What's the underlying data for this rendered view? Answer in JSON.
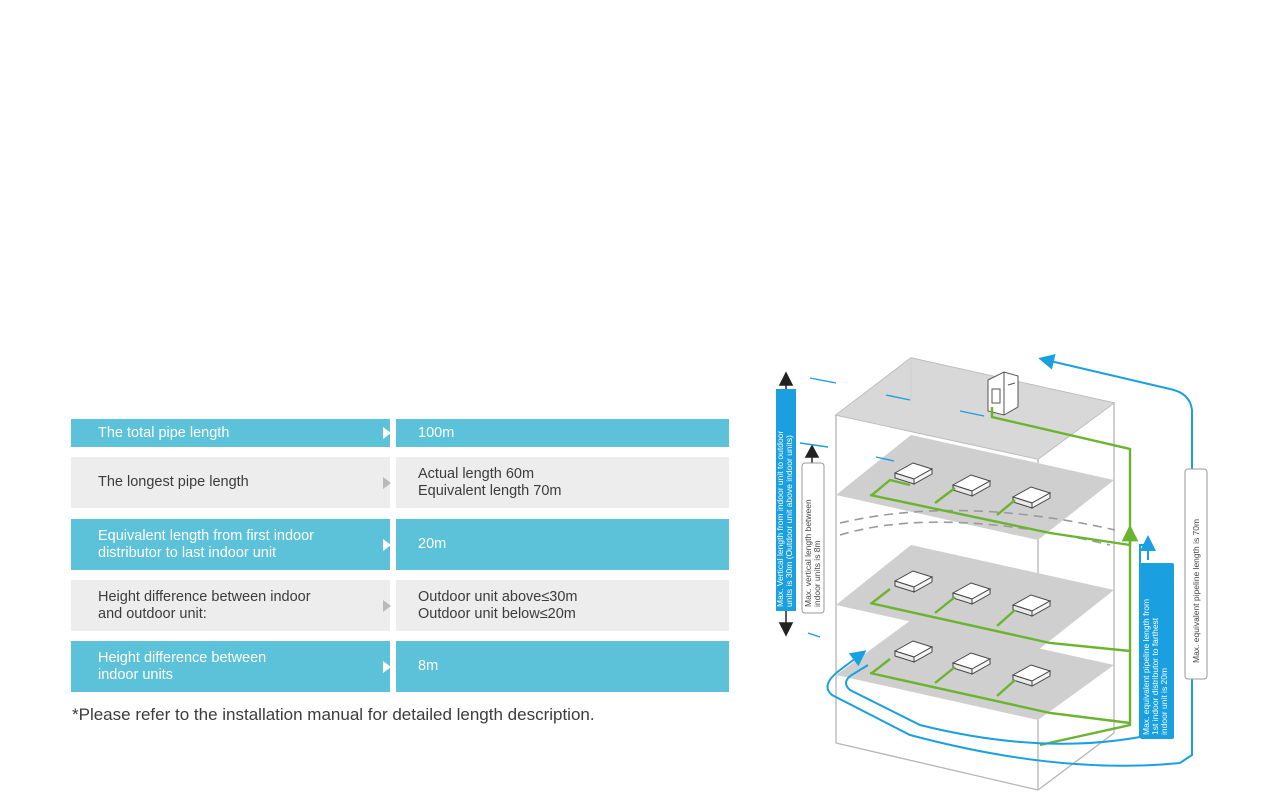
{
  "spec_rows": [
    {
      "label": "The total pipe length",
      "value": "100m",
      "style": "blue"
    },
    {
      "label": "The longest pipe length",
      "value": "Actual length 60m\nEquivalent length 70m",
      "style": "grey"
    },
    {
      "label": "Equivalent length from first indoor\ndistributor to last indoor unit",
      "value": "20m",
      "style": "blue"
    },
    {
      "label": "Height difference between indoor\nand outdoor unit:",
      "value": "Outdoor unit above≤30m\nOutdoor unit below≤20m",
      "style": "grey"
    },
    {
      "label": "Height difference between\nindoor units",
      "value": "8m",
      "style": "blue"
    }
  ],
  "note": "*Please refer to the installation manual for detailed length description.",
  "diagram": {
    "label_outdoor_vertical": "Max. Vertical length from indoor unit to outdoor units is 30m (Outdoor unit above indoor units)",
    "label_indoor_vertical": "Max. vertical length between indoor units is 8m",
    "label_first_to_farthest": "Max. equivalent pipeline length from 1st indoor distributor to farthest indoor unit is 20m",
    "label_max_equivalent": "Max. equivalent pipeline length is 70m",
    "colors": {
      "blue": "#1aa0e0",
      "green": "#6ab42f",
      "floor": "#cfcfcf",
      "text_blue_bg": "#1aa0e0"
    }
  }
}
